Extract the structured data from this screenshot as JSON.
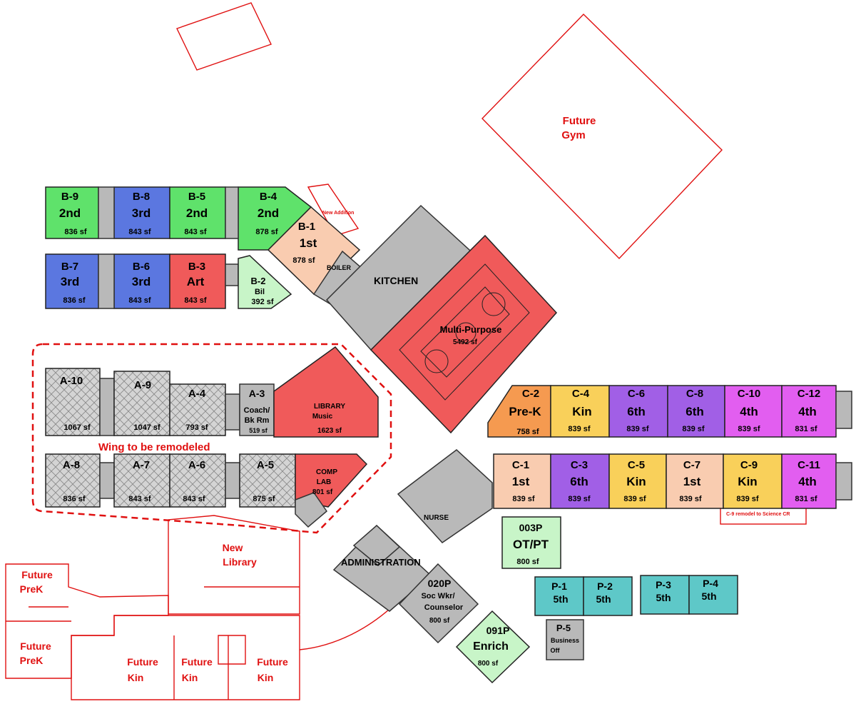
{
  "colors": {
    "green": "#5fe26b",
    "blue": "#5b77e0",
    "red": "#f05a5a",
    "peach": "#f9ccb0",
    "lightgreen": "#c8f5c8",
    "yellow": "#f9d05a",
    "purple": "#a15fe6",
    "magenta": "#e25ef0",
    "orange": "#f59a50",
    "teal": "#5ec8c8",
    "gray": "#b9b9b9",
    "future": "#e01010"
  },
  "future": {
    "gym": [
      "Future",
      "Gym"
    ],
    "prek1": [
      "Future",
      "PreK"
    ],
    "prek2": [
      "Future",
      "PreK"
    ],
    "kin1": [
      "Future",
      "Kin"
    ],
    "kin2": [
      "Future",
      "Kin"
    ],
    "kin3": [
      "Future",
      "Kin"
    ],
    "new_library": [
      "New",
      "Library"
    ],
    "new_addition": "New Addition",
    "c9_note": "C-9 remodel to Science CR",
    "wing_label": "Wing to be remodeled"
  },
  "wing_b": {
    "b9": {
      "id": "B-9",
      "grade": "2nd",
      "sf": "836 sf"
    },
    "b8": {
      "id": "B-8",
      "grade": "3rd",
      "sf": "843 sf"
    },
    "b5": {
      "id": "B-5",
      "grade": "2nd",
      "sf": "843 sf"
    },
    "b4": {
      "id": "B-4",
      "grade": "2nd",
      "sf": "878 sf"
    },
    "b7": {
      "id": "B-7",
      "grade": "3rd",
      "sf": "836 sf"
    },
    "b6": {
      "id": "B-6",
      "grade": "3rd",
      "sf": "843 sf"
    },
    "b3": {
      "id": "B-3",
      "grade": "Art",
      "sf": "843 sf"
    },
    "b2": {
      "id": "B-2",
      "grade": "Bil",
      "sf": "392 sf"
    },
    "b1": {
      "id": "B-1",
      "grade": "1st",
      "sf": "878 sf"
    }
  },
  "wing_a": {
    "a10": {
      "id": "A-10",
      "sf": "1067 sf"
    },
    "a9": {
      "id": "A-9",
      "sf": "1047 sf"
    },
    "a4": {
      "id": "A-4",
      "sf": "793 sf"
    },
    "a3": {
      "id": "A-3",
      "name": [
        "Coach/",
        "Bk Rm"
      ],
      "sf": "519 sf"
    },
    "a8": {
      "id": "A-8",
      "sf": "836 sf"
    },
    "a7": {
      "id": "A-7",
      "sf": "843 sf"
    },
    "a6": {
      "id": "A-6",
      "sf": "843 sf"
    },
    "a5": {
      "id": "A-5",
      "sf": "875 sf"
    }
  },
  "core": {
    "library": [
      "LIBRARY",
      "Music",
      "1623 sf"
    ],
    "comp_lab": [
      "COMP",
      "LAB",
      "801 sf"
    ],
    "boiler": "BOILER",
    "kitchen": "KITCHEN",
    "multi_purpose": "Multi-Purpose",
    "multi_purpose_sf": "5492 sf",
    "nurse": "NURSE",
    "administration": "ADMINISTRATION"
  },
  "wing_c": {
    "c2": {
      "id": "C-2",
      "grade": "Pre-K",
      "sf": "758 sf"
    },
    "c4": {
      "id": "C-4",
      "grade": "Kin",
      "sf": "839 sf"
    },
    "c6": {
      "id": "C-6",
      "grade": "6th",
      "sf": "839 sf"
    },
    "c8": {
      "id": "C-8",
      "grade": "6th",
      "sf": "839 sf"
    },
    "c10": {
      "id": "C-10",
      "grade": "4th",
      "sf": "839 sf"
    },
    "c12": {
      "id": "C-12",
      "grade": "4th",
      "sf": "831 sf"
    },
    "c1": {
      "id": "C-1",
      "grade": "1st",
      "sf": "839 sf"
    },
    "c3": {
      "id": "C-3",
      "grade": "6th",
      "sf": "839 sf"
    },
    "c5": {
      "id": "C-5",
      "grade": "Kin",
      "sf": "839 sf"
    },
    "c7": {
      "id": "C-7",
      "grade": "1st",
      "sf": "839 sf"
    },
    "c9": {
      "id": "C-9",
      "grade": "Kin",
      "sf": "839 sf"
    },
    "c11": {
      "id": "C-11",
      "grade": "4th",
      "sf": "831 sf"
    }
  },
  "portables": {
    "p003": {
      "id": "003P",
      "name": "OT/PT",
      "sf": "800 sf"
    },
    "p020": {
      "id": "020P",
      "name": [
        "Soc Wkr/",
        "Counselor"
      ],
      "sf": "800 sf"
    },
    "p091": {
      "id": "091P",
      "name": "Enrich",
      "sf": "800 sf"
    },
    "p1": {
      "id": "P-1",
      "grade": "5th"
    },
    "p2": {
      "id": "P-2",
      "grade": "5th"
    },
    "p3": {
      "id": "P-3",
      "grade": "5th"
    },
    "p4": {
      "id": "P-4",
      "grade": "5th"
    },
    "p5": {
      "id": "P-5",
      "name": [
        "Business",
        "Off"
      ]
    }
  }
}
